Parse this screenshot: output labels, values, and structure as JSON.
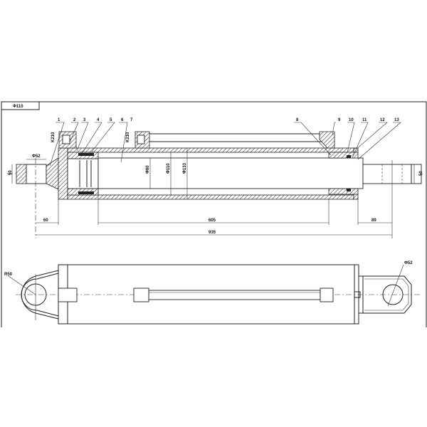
{
  "title_box": "Φ110",
  "section_view": {
    "part_numbers": [
      "1",
      "2",
      "3",
      "4",
      "5",
      "6",
      "7",
      "8",
      "9",
      "10",
      "11",
      "12",
      "13"
    ],
    "port_thread_left": "K210",
    "port_thread_mid": "K210",
    "pin_diameter": "Φ52",
    "rod_diameter": "Φ80",
    "bore_diameter": "Φ110",
    "barrel_outer_diameter": "Φ133",
    "eye_width_left": "50",
    "eye_width_right": "50",
    "dim_left_offset": "60",
    "dim_stroke": "605",
    "dim_right_offset": "89",
    "dim_total": "935"
  },
  "outline_view": {
    "radius_label": "R50",
    "pin_diameter": "Φ52"
  }
}
